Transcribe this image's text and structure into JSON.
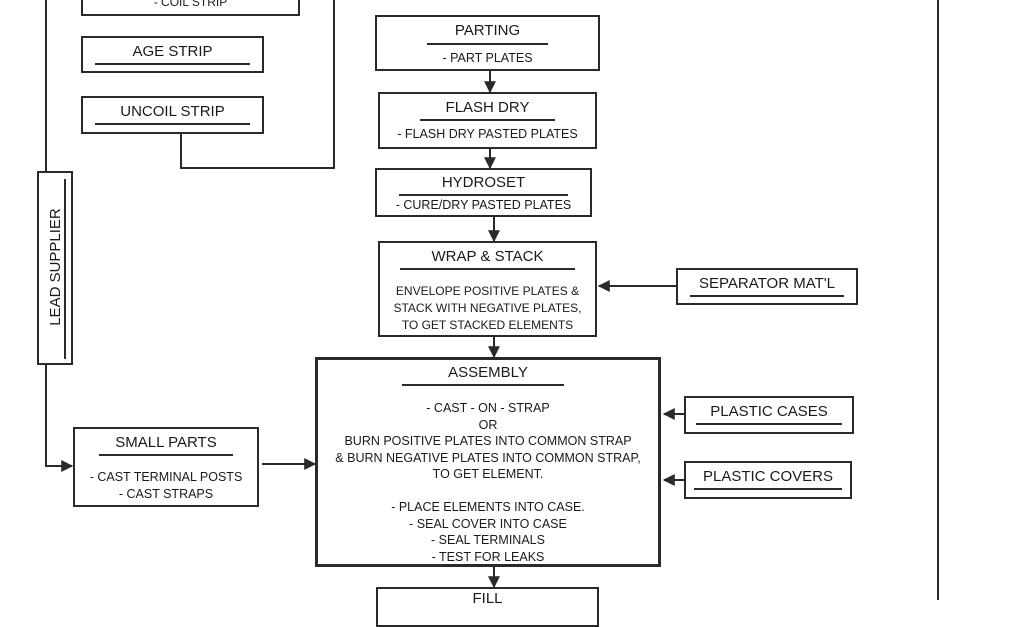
{
  "colors": {
    "line": "#2a2a2a",
    "text": "#1a1a1a",
    "background": "#ffffff"
  },
  "lead_supplier": {
    "label": "LEAD SUPPLIER"
  },
  "coil_strip": {
    "body": [
      "- COIL STRIP"
    ]
  },
  "age_strip": {
    "title": "AGE STRIP"
  },
  "uncoil_strip": {
    "title": "UNCOIL STRIP"
  },
  "parting": {
    "title": "PARTING",
    "body": [
      "- PART PLATES"
    ]
  },
  "flash_dry": {
    "title": "FLASH DRY",
    "body": [
      "- FLASH DRY PASTED PLATES"
    ]
  },
  "hydroset": {
    "title": "HYDROSET",
    "body": [
      "- CURE/DRY PASTED PLATES"
    ]
  },
  "wrap_stack": {
    "title": "WRAP & STACK",
    "body": [
      "ENVELOPE POSITIVE PLATES &",
      "STACK WITH NEGATIVE PLATES,",
      "TO GET STACKED ELEMENTS"
    ]
  },
  "separator": {
    "title": "SEPARATOR MAT'L"
  },
  "small_parts": {
    "title": "SMALL PARTS",
    "body": [
      "- CAST TERMINAL POSTS",
      "- CAST STRAPS"
    ]
  },
  "assembly": {
    "title": "ASSEMBLY",
    "body": [
      "- CAST - ON - STRAP",
      "OR",
      "BURN POSITIVE PLATES INTO COMMON STRAP",
      "& BURN NEGATIVE PLATES INTO COMMON STRAP,",
      "TO GET ELEMENT.",
      "",
      "- PLACE ELEMENTS INTO CASE.",
      "- SEAL COVER INTO CASE",
      "- SEAL TERMINALS",
      "- TEST FOR LEAKS"
    ]
  },
  "plastic_cases": {
    "title": "PLASTIC CASES"
  },
  "plastic_covers": {
    "title": "PLASTIC COVERS"
  },
  "fill": {
    "title": "FILL"
  }
}
